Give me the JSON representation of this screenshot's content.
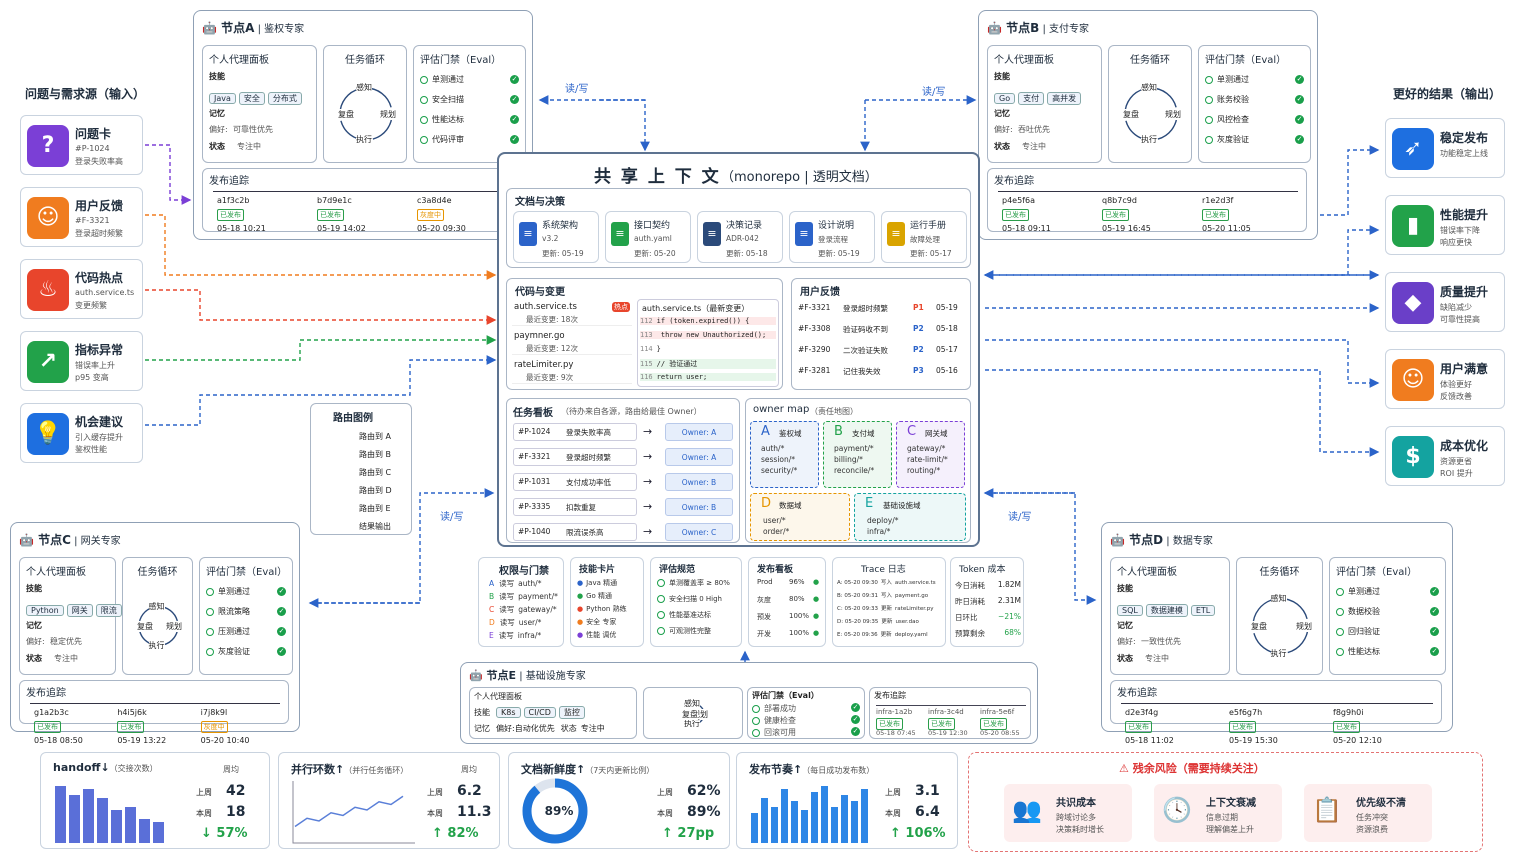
{
  "title": "共 享 上 下 文",
  "title_sub": "（monorepo | 透明文档）",
  "inputs_title": "问题与需求源（输入）",
  "inputs": [
    {
      "name": "问题卡",
      "l1": "#P-1024",
      "l2": "登录失败率高",
      "icon": "question-icon",
      "color": "#7b3fd6"
    },
    {
      "name": "用户反馈",
      "l1": "#F-3321",
      "l2": "登录超时频繁",
      "icon": "user-icon",
      "color": "#f07c1f"
    },
    {
      "name": "代码热点",
      "l1": "auth.service.ts",
      "l2": "变更频繁",
      "icon": "flame-icon",
      "color": "#e8452c"
    },
    {
      "name": "指标异常",
      "l1": "错误率上升",
      "l2": "p95 变高",
      "icon": "trend-icon",
      "color": "#22a24a"
    },
    {
      "name": "机会建议",
      "l1": "引入缓存提升",
      "l2": "鉴权性能",
      "icon": "bulb-icon",
      "color": "#1e6fe0"
    }
  ],
  "outputs_title": "更好的结果（输出）",
  "outputs": [
    {
      "name": "稳定发布",
      "l1": "功能稳定上线",
      "l2": "",
      "icon": "rocket-icon",
      "color": "#1e6fe0"
    },
    {
      "name": "性能提升",
      "l1": "错误率下降",
      "l2": "响应更快",
      "icon": "bar-chart-icon",
      "color": "#22a24a"
    },
    {
      "name": "质量提升",
      "l1": "缺陷减少",
      "l2": "可靠性提高",
      "icon": "shield-icon",
      "color": "#6a3fc8"
    },
    {
      "name": "用户满意",
      "l1": "体验更好",
      "l2": "反馈改善",
      "icon": "smile-icon",
      "color": "#f07c1f"
    },
    {
      "name": "成本优化",
      "l1": "资源更省",
      "l2": "ROI 提升",
      "icon": "dollar-icon",
      "color": "#14a3a0"
    }
  ],
  "rw": "读/写",
  "nodes": {
    "A": {
      "title": "节点A",
      "role": "鉴权专家",
      "skills": [
        "Java",
        "安全",
        "分布式"
      ],
      "pref": "可靠性优先",
      "status": "专注中",
      "evals": [
        "单测通过",
        "安全扫描",
        "性能达标",
        "代码评审"
      ],
      "releases": [
        {
          "id": "a1f3c2b",
          "st": "已发布",
          "t": "05-18 10:21"
        },
        {
          "id": "b7d9e1c",
          "st": "已发布",
          "t": "05-19 14:02"
        },
        {
          "id": "c3a8d4e",
          "st": "灰度中",
          "t": "05-20 09:30"
        }
      ]
    },
    "B": {
      "title": "节点B",
      "role": "支付专家",
      "skills": [
        "Go",
        "支付",
        "高并发"
      ],
      "pref": "吞吐优先",
      "status": "专注中",
      "evals": [
        "单测通过",
        "账务校验",
        "风控检查",
        "灰度验证"
      ],
      "releases": [
        {
          "id": "p4e5f6a",
          "st": "已发布",
          "t": "05-18 09:11"
        },
        {
          "id": "q8b7c9d",
          "st": "已发布",
          "t": "05-19 16:45"
        },
        {
          "id": "r1e2d3f",
          "st": "已发布",
          "t": "05-20 11:05"
        }
      ]
    },
    "C": {
      "title": "节点C",
      "role": "网关专家",
      "skills": [
        "Python",
        "网关",
        "限流"
      ],
      "pref": "稳定优先",
      "status": "专注中",
      "evals": [
        "单测通过",
        "限流策略",
        "压测通过",
        "灰度验证"
      ],
      "releases": [
        {
          "id": "g1a2b3c",
          "st": "已发布",
          "t": "05-18 08:50"
        },
        {
          "id": "h4i5j6k",
          "st": "已发布",
          "t": "05-19 13:22"
        },
        {
          "id": "i7j8k9l",
          "st": "灰度中",
          "t": "05-20 10:40"
        }
      ]
    },
    "D": {
      "title": "节点D",
      "role": "数据专家",
      "skills": [
        "SQL",
        "数据建模",
        "ETL"
      ],
      "pref": "一致性优先",
      "status": "专注中",
      "evals": [
        "单测通过",
        "数据校验",
        "回归验证",
        "性能达标"
      ],
      "releases": [
        {
          "id": "d2e3f4g",
          "st": "已发布",
          "t": "05-18 11:02"
        },
        {
          "id": "e5f6g7h",
          "st": "已发布",
          "t": "05-19 15:30"
        },
        {
          "id": "f8g9h0i",
          "st": "已发布",
          "t": "05-20 12:10"
        }
      ]
    },
    "E": {
      "title": "节点E",
      "role": "基础设施专家",
      "skills": [
        "K8s",
        "CI/CD",
        "监控"
      ],
      "pref": "自动化优先",
      "status": "专注中",
      "evals": [
        "部署成功",
        "健康检查",
        "回滚可用"
      ],
      "releases": [
        {
          "id": "infra-1a2b",
          "st": "已发布",
          "t": "05-18 07:45"
        },
        {
          "id": "infra-3c4d",
          "st": "已发布",
          "t": "05-19 12:30"
        },
        {
          "id": "infra-5e6f",
          "st": "已发布",
          "t": "05-20 08:55"
        }
      ]
    }
  },
  "labels": {
    "panel": "个人代理面板",
    "loop": "任务循环",
    "eval": "评估门禁（Eval）",
    "skills": "技能",
    "memory": "记忆",
    "pref": "偏好:",
    "status": "状态",
    "release": "发布追踪",
    "perceive": "感知",
    "plan": "规划",
    "exec": "执行",
    "review": "复盘"
  },
  "docs_title": "文档与决策",
  "docs": [
    {
      "name": "系统架构",
      "v": "v3.2",
      "u": "更新: 05-19"
    },
    {
      "name": "接口契约",
      "v": "auth.yaml",
      "u": "更新: 05-20"
    },
    {
      "name": "决策记录",
      "v": "ADR-042",
      "u": "更新: 05-18"
    },
    {
      "name": "设计说明",
      "v": "登录流程",
      "u": "更新: 05-19"
    },
    {
      "name": "运行手册",
      "v": "故障处理",
      "u": "更新: 05-17"
    }
  ],
  "code_title": "代码与变更",
  "files": [
    {
      "f": "auth.service.ts",
      "c": "最近变更: 18次",
      "hot": "热点"
    },
    {
      "f": "paymner.go",
      "c": "最近变更: 12次",
      "hot": ""
    },
    {
      "f": "rateLimiter.py",
      "c": "最近变更: 9次",
      "hot": ""
    }
  ],
  "diff_title": "auth.service.ts（最新变更）",
  "diff": [
    [
      "112",
      "if (token.expired()) {"
    ],
    [
      "113",
      "  throw new Unauthorized();"
    ],
    [
      "114",
      "}"
    ],
    [
      "115",
      "// 验证通过"
    ],
    [
      "116",
      "return user;"
    ]
  ],
  "fb_title": "用户反馈",
  "feedback": [
    [
      "#F-3321",
      "登录超时频繁",
      "P1",
      "05-19"
    ],
    [
      "#F-3308",
      "验证码收不到",
      "P2",
      "05-18"
    ],
    [
      "#F-3290",
      "二次验证失败",
      "P2",
      "05-17"
    ],
    [
      "#F-3281",
      "记住我失效",
      "P3",
      "05-16"
    ]
  ],
  "tasks_title": "任务看板",
  "tasks_sub": "（待办来自各源，路由给最佳 Owner）",
  "tasks": [
    [
      "#P-1024",
      "登录失败率高",
      "Owner: A"
    ],
    [
      "#F-3321",
      "登录超时频繁",
      "Owner: A"
    ],
    [
      "#P-1031",
      "支付成功率低",
      "Owner: B"
    ],
    [
      "#P-3335",
      "扣款重复",
      "Owner: B"
    ],
    [
      "#P-1040",
      "限流误杀高",
      "Owner: C"
    ]
  ],
  "owner_title": "owner map",
  "owner_sub": "（责任地图）",
  "owners": [
    {
      "k": "A",
      "n": "鉴权域",
      "p": [
        "auth/*",
        "session/*",
        "security/*"
      ],
      "c": "#2b63c9"
    },
    {
      "k": "B",
      "n": "支付域",
      "p": [
        "payment/*",
        "billing/*",
        "reconcile/*"
      ],
      "c": "#22a24a"
    },
    {
      "k": "C",
      "n": "网关域",
      "p": [
        "gateway/*",
        "rate-limit/*",
        "routing/*"
      ],
      "c": "#7b3fd6"
    },
    {
      "k": "D",
      "n": "数据域",
      "p": [
        "user/*",
        "order/*"
      ],
      "c": "#e69500"
    },
    {
      "k": "E",
      "n": "基础设施域",
      "p": [
        "deploy/*",
        "infra/*"
      ],
      "c": "#14a3a0"
    }
  ],
  "legend_title": "路由图例",
  "legend": [
    "路由到 A",
    "路由到 B",
    "路由到 C",
    "路由到 D",
    "路由到 E",
    "结果输出"
  ],
  "perm_title": "权限与门禁",
  "perms": [
    [
      "A",
      "读写",
      "auth/*"
    ],
    [
      "B",
      "读写",
      "payment/*"
    ],
    [
      "C",
      "读写",
      "gateway/*"
    ],
    [
      "D",
      "读写",
      "user/*"
    ],
    [
      "E",
      "读写",
      "infra/*"
    ]
  ],
  "skill_title": "技能卡片",
  "skillcards": [
    [
      "A",
      "Java 精通"
    ],
    [
      "B",
      "Go 精通"
    ],
    [
      "C",
      "Python 熟练"
    ],
    [
      "D",
      "安全 专家"
    ],
    [
      "E",
      "性能 调优"
    ]
  ],
  "evalrule_title": "评估规范",
  "evalrules": [
    "单测覆盖率 ≥ 80%",
    "安全扫描 0 High",
    "性能基准达标",
    "可观测性完整"
  ],
  "deploy_title": "发布看板",
  "deploys": [
    [
      "Prod",
      "96%"
    ],
    [
      "灰度",
      "80%"
    ],
    [
      "预发",
      "100%"
    ],
    [
      "开发",
      "100%"
    ]
  ],
  "trace_title": "Trace 日志",
  "traces": [
    [
      "A: 05-20 09:30",
      "写入",
      "auth.service.ts"
    ],
    [
      "B: 05-20 09:31",
      "写入",
      "payment.go"
    ],
    [
      "C: 05-20 09:33",
      "更新",
      "rateLimiter.py"
    ],
    [
      "D: 05-20 09:35",
      "更新",
      "user.dao"
    ],
    [
      "E: 05-20 09:36",
      "更新",
      "deploy.yaml"
    ]
  ],
  "token_title": "Token 成本",
  "tokens": [
    [
      "今日消耗",
      "1.82M"
    ],
    [
      "昨日消耗",
      "2.31M"
    ],
    [
      "日环比",
      "−21%"
    ],
    [
      "预算剩余",
      "68%"
    ]
  ],
  "metrics": [
    {
      "t": "handoff",
      "arrow": "↓",
      "sub": "（交接次数）",
      "col": "周均",
      "l1": "上周",
      "v1": "42",
      "l2": "本周",
      "v2": "18",
      "d": "↓ 57%",
      "bars": [
        0.95,
        0.8,
        0.9,
        0.75,
        0.55,
        0.6,
        0.4,
        0.35
      ]
    },
    {
      "t": "并行环数",
      "arrow": "↑",
      "sub": "（并行任务循环）",
      "col": "周均",
      "l1": "上周",
      "v1": "6.2",
      "l2": "本周",
      "v2": "11.3",
      "d": "↑ 82%",
      "line": [
        0.3,
        0.45,
        0.4,
        0.55,
        0.5,
        0.65,
        0.6,
        0.75,
        0.7,
        0.85
      ]
    },
    {
      "t": "文档新鲜度",
      "arrow": "↑",
      "sub": "（7天内更新比例）",
      "col": "",
      "l1": "上周",
      "v1": "62%",
      "l2": "本周",
      "v2": "89%",
      "d": "↑ 27pp",
      "ring": "89%",
      "ringv": 0.89
    },
    {
      "t": "发布节奏",
      "arrow": "↑",
      "sub": "（每日成功发布数）",
      "col": "",
      "l1": "上周",
      "v1": "3.1",
      "l2": "本周",
      "v2": "6.4",
      "d": "↑ 106%",
      "bars": [
        0.5,
        0.75,
        0.6,
        0.9,
        0.7,
        0.55,
        0.85,
        0.95,
        0.6,
        0.8,
        0.7,
        0.9
      ]
    }
  ],
  "risk_title": "残余风险（需要持续关注）",
  "risks": [
    {
      "n": "共识成本",
      "l1": "跨域讨论多",
      "l2": "决策耗时增长",
      "icon": "people-icon"
    },
    {
      "n": "上下文衰减",
      "l1": "信息过期",
      "l2": "理解偏差上升",
      "icon": "clock-icon"
    },
    {
      "n": "优先级不清",
      "l1": "任务冲突",
      "l2": "资源浪费",
      "icon": "doc-question-icon"
    }
  ],
  "colors": {
    "A": "#2b63c9",
    "B": "#22a24a",
    "C": "#e8452c",
    "D": "#f07c1f",
    "E": "#7b3fd6",
    "out": "#333"
  }
}
